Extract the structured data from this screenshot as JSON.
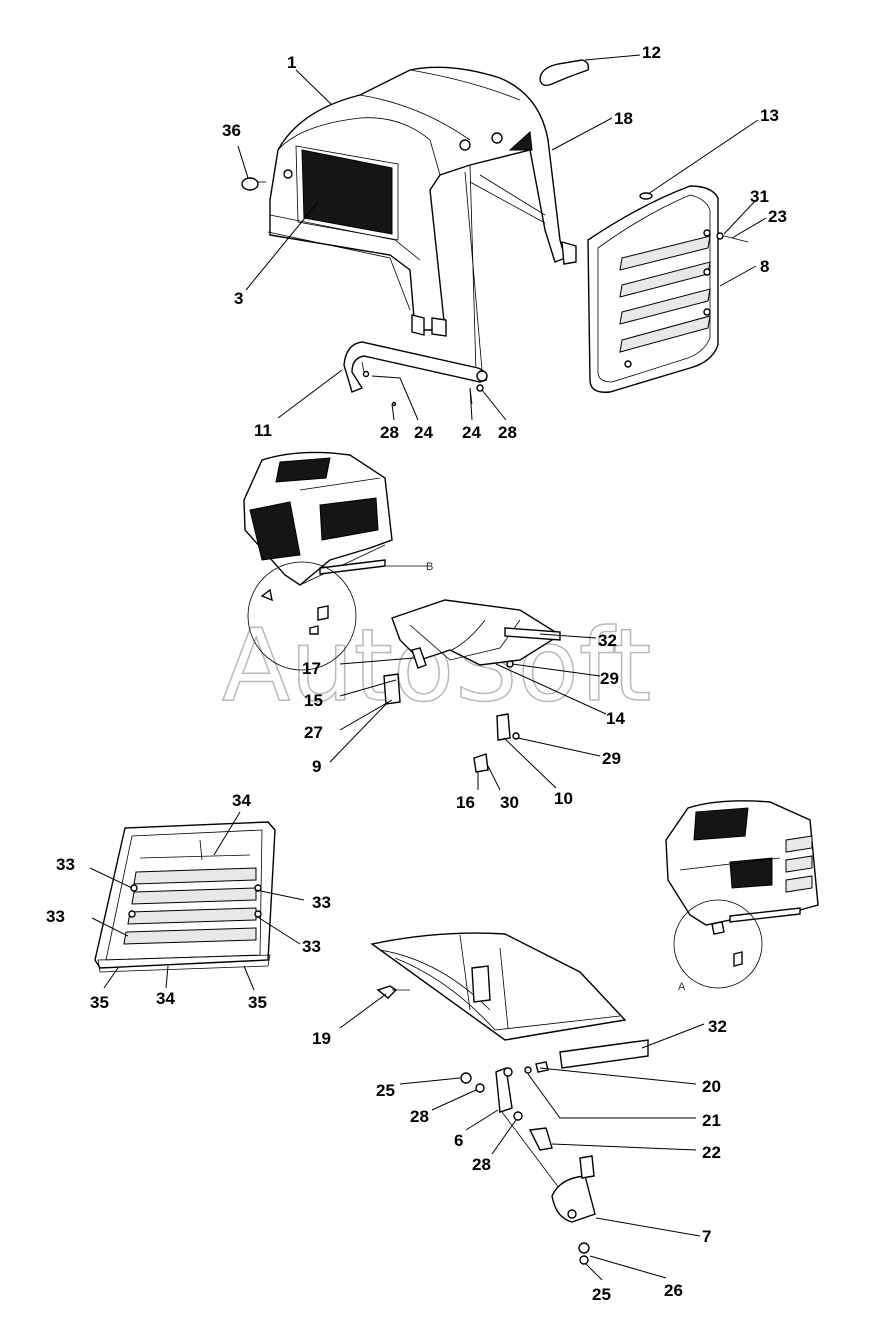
{
  "watermark": "AutoSoft",
  "view_refs": {
    "view_b": "B",
    "view_a": "A"
  },
  "callouts": {
    "c1": "1",
    "c3": "3",
    "c6": "6",
    "c7": "7",
    "c8": "8",
    "c9": "9",
    "c10": "10",
    "c11": "11",
    "c12": "12",
    "c13": "13",
    "c14": "14",
    "c15": "15",
    "c16": "16",
    "c17": "17",
    "c18": "18",
    "c19": "19",
    "c20": "20",
    "c21": "21",
    "c22": "22",
    "c23": "23",
    "c24a": "24",
    "c24b": "24",
    "c25a": "25",
    "c25b": "25",
    "c26": "26",
    "c27": "27",
    "c28a": "28",
    "c28b": "28",
    "c28c": "28",
    "c28d": "28",
    "c29a": "29",
    "c29b": "29",
    "c30": "30",
    "c31": "31",
    "c32a": "32",
    "c32b": "32",
    "c33a": "33",
    "c33b": "33",
    "c33c": "33",
    "c33d": "33",
    "c34a": "34",
    "c34b": "34",
    "c35a": "35",
    "c35b": "35",
    "c36": "36"
  }
}
